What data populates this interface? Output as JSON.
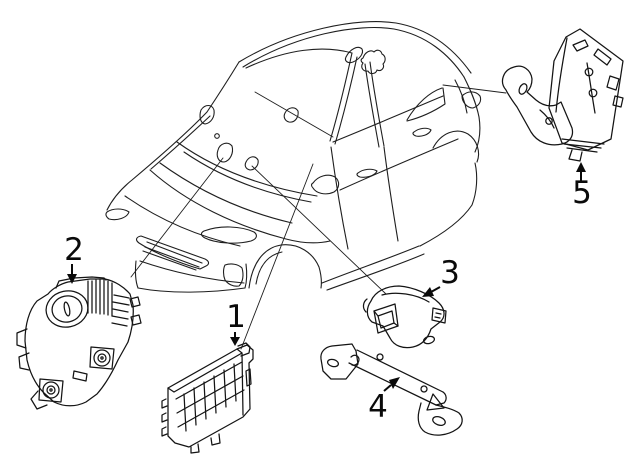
{
  "diagram": {
    "type": "exploded-parts-diagram",
    "background_color": "#ffffff",
    "line_color": "#1f1f1f",
    "callouts": [
      {
        "number": "1"
      },
      {
        "number": "2"
      },
      {
        "number": "3"
      },
      {
        "number": "4"
      },
      {
        "number": "5"
      }
    ]
  }
}
